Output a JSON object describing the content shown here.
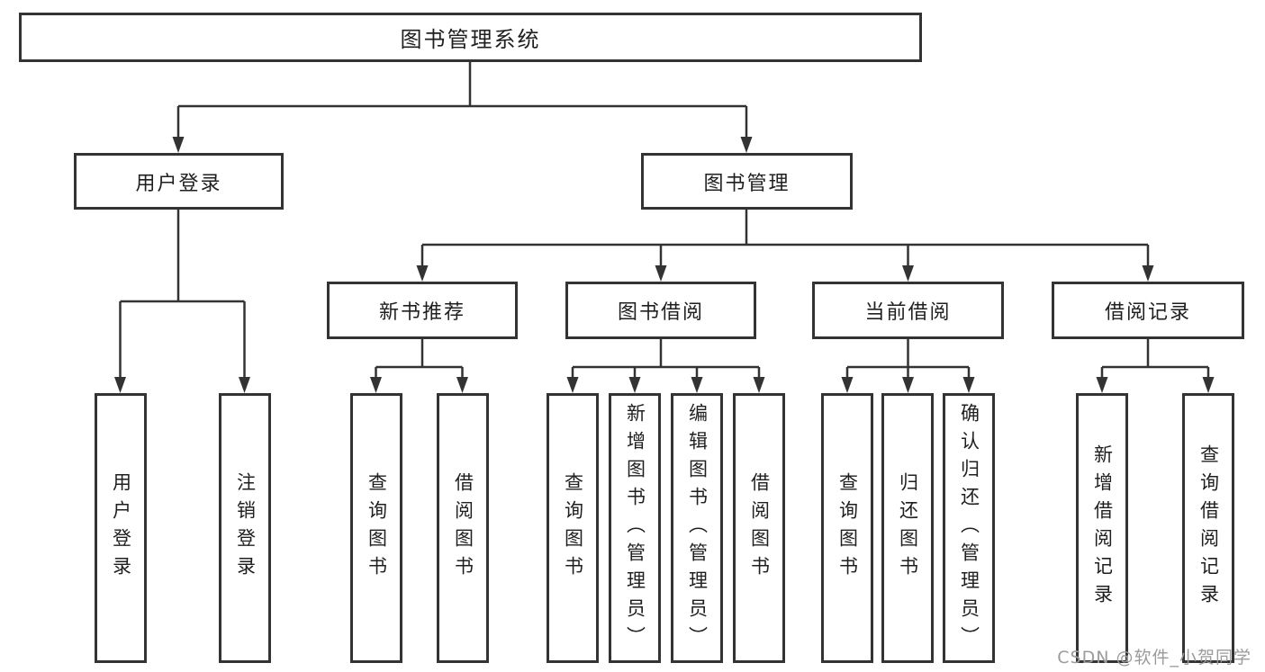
{
  "diagram": {
    "tree": {
      "label": "图书管理系统",
      "children": [
        {
          "label": "用户登录",
          "children": [
            {
              "label": "用户登录"
            },
            {
              "label": "注销登录"
            }
          ]
        },
        {
          "label": "图书管理",
          "children": [
            {
              "label": "新书推荐",
              "children": [
                {
                  "label": "查询图书"
                },
                {
                  "label": "借阅图书"
                }
              ]
            },
            {
              "label": "图书借阅",
              "children": [
                {
                  "label": "查询图书"
                },
                {
                  "label": "新增图书（管理员）"
                },
                {
                  "label": "编辑图书（管理员）"
                },
                {
                  "label": "借阅图书"
                }
              ]
            },
            {
              "label": "当前借阅",
              "children": [
                {
                  "label": "查询图书"
                },
                {
                  "label": "归还图书"
                },
                {
                  "label": "确认归还（管理员）"
                }
              ]
            },
            {
              "label": "借阅记录",
              "children": [
                {
                  "label": "新增借阅记录"
                },
                {
                  "label": "查询借阅记录"
                }
              ]
            }
          ]
        }
      ]
    },
    "colors": {
      "line": "#333333",
      "text": "#1f1f1f",
      "background": "#ffffff",
      "watermark": "#9b9b9b"
    }
  },
  "watermark": {
    "text": "CSDN @软件_小贺同学"
  }
}
